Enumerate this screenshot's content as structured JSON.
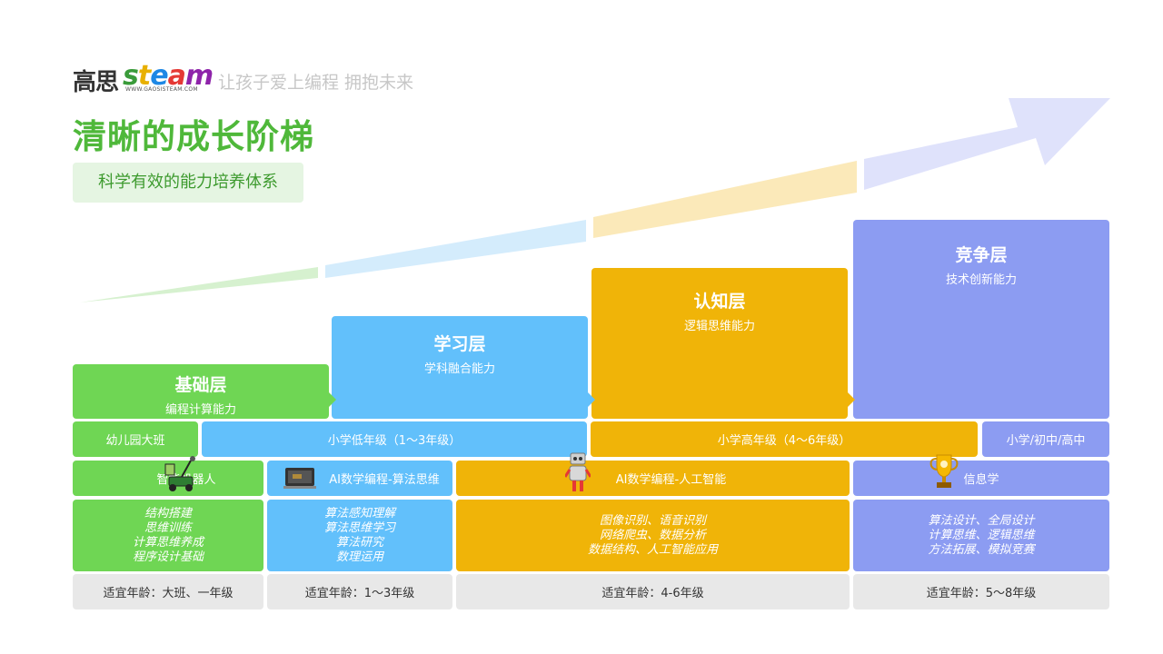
{
  "header": {
    "logo_cn": "高思",
    "logo_steam": [
      "s",
      "t",
      "e",
      "a",
      "m"
    ],
    "logo_url": "WWW.GAOSISTEAM.COM",
    "slogan": "让孩子爱上编程 拥抱未来",
    "title": "清晰的成长阶梯",
    "subtitle": "科学有效的能力培养体系"
  },
  "layers": [
    {
      "name": "基础层",
      "desc": "编程计算能力",
      "color": "#6fd654"
    },
    {
      "name": "学习层",
      "desc": "学科融合能力",
      "color": "#62c0fb"
    },
    {
      "name": "认知层",
      "desc": "逻辑思维能力",
      "color": "#f0b408"
    },
    {
      "name": "竞争层",
      "desc": "技术创新能力",
      "color": "#8c9cf2"
    }
  ],
  "grades": [
    "幼儿园大班",
    "小学低年级（1～3年级）",
    "小学高年级（4～6年级）",
    "小学/初中/高中"
  ],
  "courses": [
    {
      "name": "智能机器人",
      "icon": "robot-car-icon"
    },
    {
      "name": "AI数学编程-算法思维",
      "icon": "laptop-icon"
    },
    {
      "name": "AI数学编程-人工智能",
      "icon": "robot-icon"
    },
    {
      "name": "信息学",
      "icon": "trophy-icon"
    }
  ],
  "contents": [
    [
      "结构搭建",
      "思维训练",
      "计算思维养成",
      "程序设计基础"
    ],
    [
      "算法感知理解",
      "算法思维学习",
      "算法研究",
      "数理运用"
    ],
    [
      "图像识别、语音识别",
      "网络爬虫、数据分析",
      "数据结构、人工智能应用"
    ],
    [
      "算法设计、全局设计",
      "计算思维、逻辑思维",
      "方法拓展、模拟竞赛"
    ]
  ],
  "ages": [
    "适宜年龄：大班、一年级",
    "适宜年龄：1～3年级",
    "适宜年龄：4-6年级",
    "适宜年龄：5～8年级"
  ]
}
